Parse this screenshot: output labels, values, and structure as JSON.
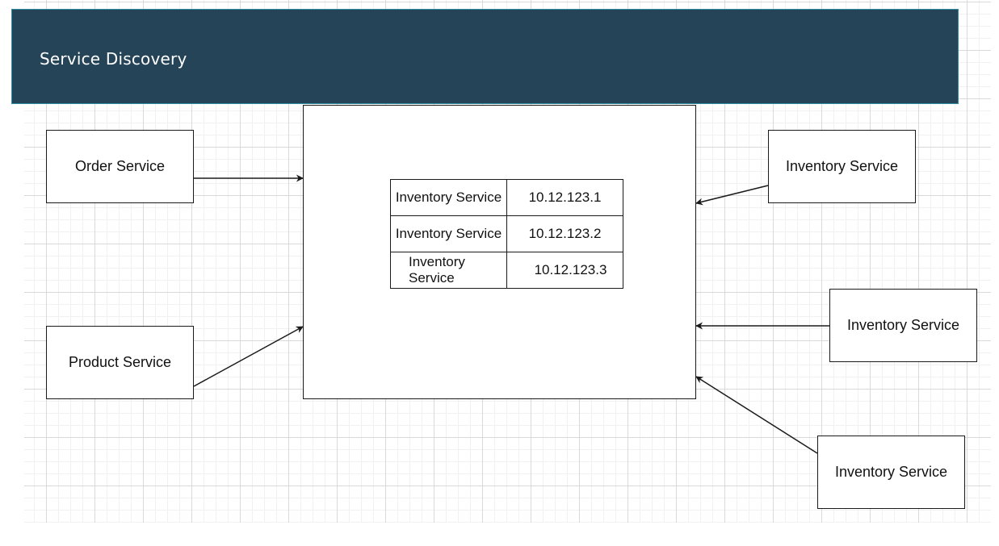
{
  "header": {
    "title": "Service Discovery"
  },
  "colors": {
    "banner": "#264458",
    "banner_border": "#2f8fa0",
    "line": "#1a1a1a"
  },
  "clients": [
    {
      "label": "Order Service"
    },
    {
      "label": "Product Service"
    }
  ],
  "instances": [
    {
      "label": "Inventory Service"
    },
    {
      "label": "Inventory Service"
    },
    {
      "label": "Inventory Service"
    }
  ],
  "registry": {
    "rows": [
      {
        "service": "Inventory Service",
        "ip": "10.12.123.1"
      },
      {
        "service": "Inventory Service",
        "ip": "10.12.123.2"
      },
      {
        "service": "Inventory Service",
        "ip": "10.12.123.3"
      }
    ]
  }
}
